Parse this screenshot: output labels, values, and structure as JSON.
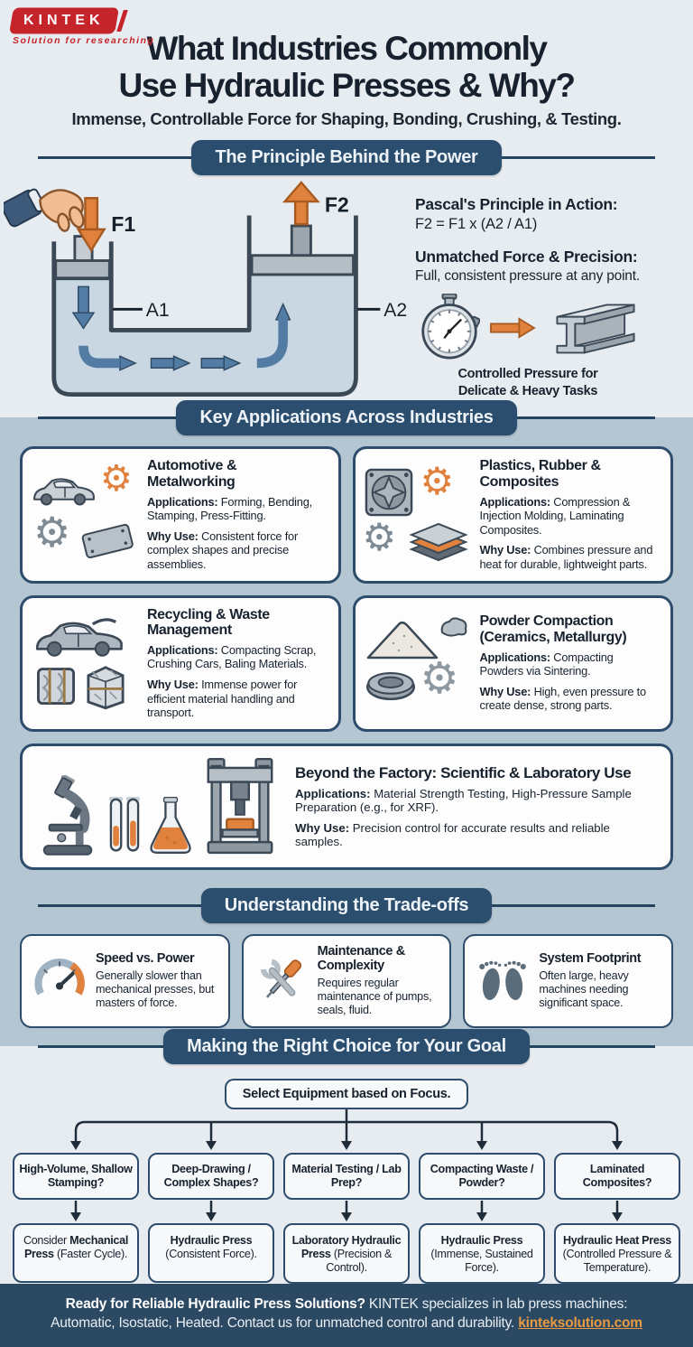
{
  "brand": {
    "logo_text": "KINTEK",
    "tagline": "Solution for researching"
  },
  "header": {
    "title_line1": "What Industries Commonly",
    "title_line2": "Use Hydraulic Presses & Why?",
    "subtitle": "Immense, Controllable Force for Shaping, Bonding, Crushing, & Testing."
  },
  "principle": {
    "heading": "The Principle Behind the Power",
    "labels": {
      "f1": "F1",
      "f2": "F2",
      "a1": "A1",
      "a2": "A2"
    },
    "pascal_title": "Pascal's Principle in Action:",
    "pascal_formula": "F2 = F1 x (A2 / A1)",
    "force_title": "Unmatched Force & Precision:",
    "force_desc": "Full, consistent pressure at any point.",
    "caption_line1": "Controlled Pressure for",
    "caption_line2": "Delicate & Heavy Tasks"
  },
  "applications": {
    "heading": "Key Applications Across Industries",
    "labels": {
      "apps": "Applications:",
      "why": "Why Use:"
    },
    "cards": [
      {
        "title": "Automotive & Metalworking",
        "apps_text": " Forming, Bending, Stamping, Press-Fitting.",
        "why_text": " Consistent force for complex shapes and precise assemblies."
      },
      {
        "title": "Plastics, Rubber & Composites",
        "apps_text": " Compression & Injection Molding, Laminating Composites.",
        "why_text": " Combines pressure and heat for durable, lightweight parts."
      },
      {
        "title": "Recycling & Waste Management",
        "apps_text": " Compacting Scrap, Crushing Cars, Baling Materials.",
        "why_text": " Immense power for efficient material handling and transport."
      },
      {
        "title": "Powder Compaction (Ceramics, Metallurgy)",
        "apps_text": " Compacting Powders via Sintering.",
        "why_text": " High, even pressure to create dense, strong parts."
      }
    ],
    "wide_card": {
      "title": "Beyond the Factory: Scientific & Laboratory Use",
      "apps_text": " Material Strength Testing, High-Pressure Sample Preparation (e.g., for XRF).",
      "why_text": " Precision control for accurate results and reliable samples."
    }
  },
  "tradeoffs": {
    "heading": "Understanding the Trade-offs",
    "cards": [
      {
        "title": "Speed vs. Power",
        "desc": "Generally slower than mechanical presses, but masters of force."
      },
      {
        "title": "Maintenance & Complexity",
        "desc": "Requires regular maintenance of pumps, seals, fluid."
      },
      {
        "title": "System Footprint",
        "desc": "Often large, heavy machines needing significant space."
      }
    ]
  },
  "choice": {
    "heading": "Making the Right Choice for Your Goal",
    "root": "Select Equipment based on Focus.",
    "branches": [
      {
        "question": "High-Volume, Shallow Stamping?",
        "answer_pre": "Consider ",
        "answer_bold": "Mechanical Press",
        "answer_post": " (Faster Cycle)."
      },
      {
        "question": "Deep-Drawing / Complex Shapes?",
        "answer_pre": "",
        "answer_bold": "Hydraulic Press",
        "answer_post": " (Consistent Force)."
      },
      {
        "question": "Material Testing / Lab Prep?",
        "answer_pre": "",
        "answer_bold": "Laboratory Hydraulic Press",
        "answer_post": " (Precision & Control)."
      },
      {
        "question": "Compacting Waste / Powder?",
        "answer_pre": "",
        "answer_bold": "Hydraulic Press",
        "answer_post": " (Immense, Sustained Force)."
      },
      {
        "question": "Laminated Composites?",
        "answer_pre": "",
        "answer_bold": "Hydraulic Heat Press",
        "answer_post": " (Controlled Pressure & Temperature)."
      }
    ]
  },
  "footer": {
    "bold": "Ready for Reliable Hydraulic Press Solutions?",
    "text": " KINTEK specializes in lab press machines: Automatic, Isostatic, Heated. Contact us for unmatched control and durability. ",
    "link": "kinteksolution.com"
  },
  "colors": {
    "navy": "#2b4e6e",
    "band": "#b5c6d3",
    "orange": "#e0823e",
    "red": "#c5242b",
    "link_orange": "#e89a42"
  }
}
